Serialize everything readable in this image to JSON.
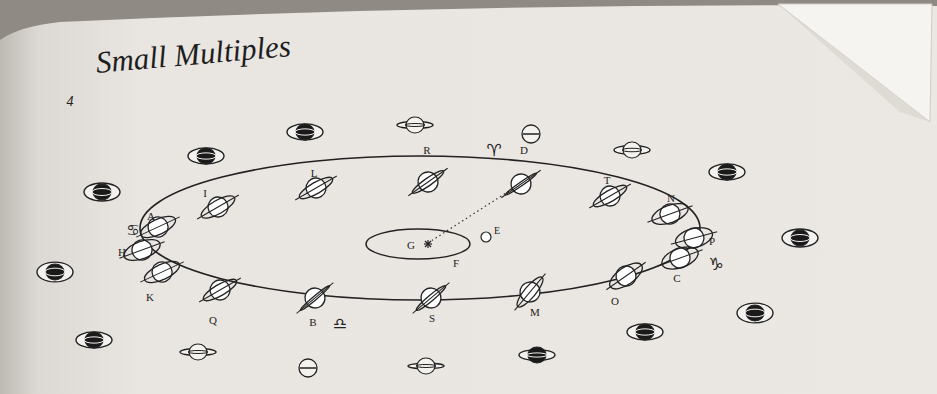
{
  "diagram": {
    "title": "Small Multiples",
    "labels": [
      "4",
      "R",
      "♈",
      "D",
      "I",
      "L",
      "T",
      "N",
      "A",
      "♋",
      "H",
      "G",
      "E",
      "F",
      "P",
      "♑",
      "C",
      "K",
      "O",
      "M",
      "Q",
      "B",
      "♎",
      "S"
    ]
  }
}
